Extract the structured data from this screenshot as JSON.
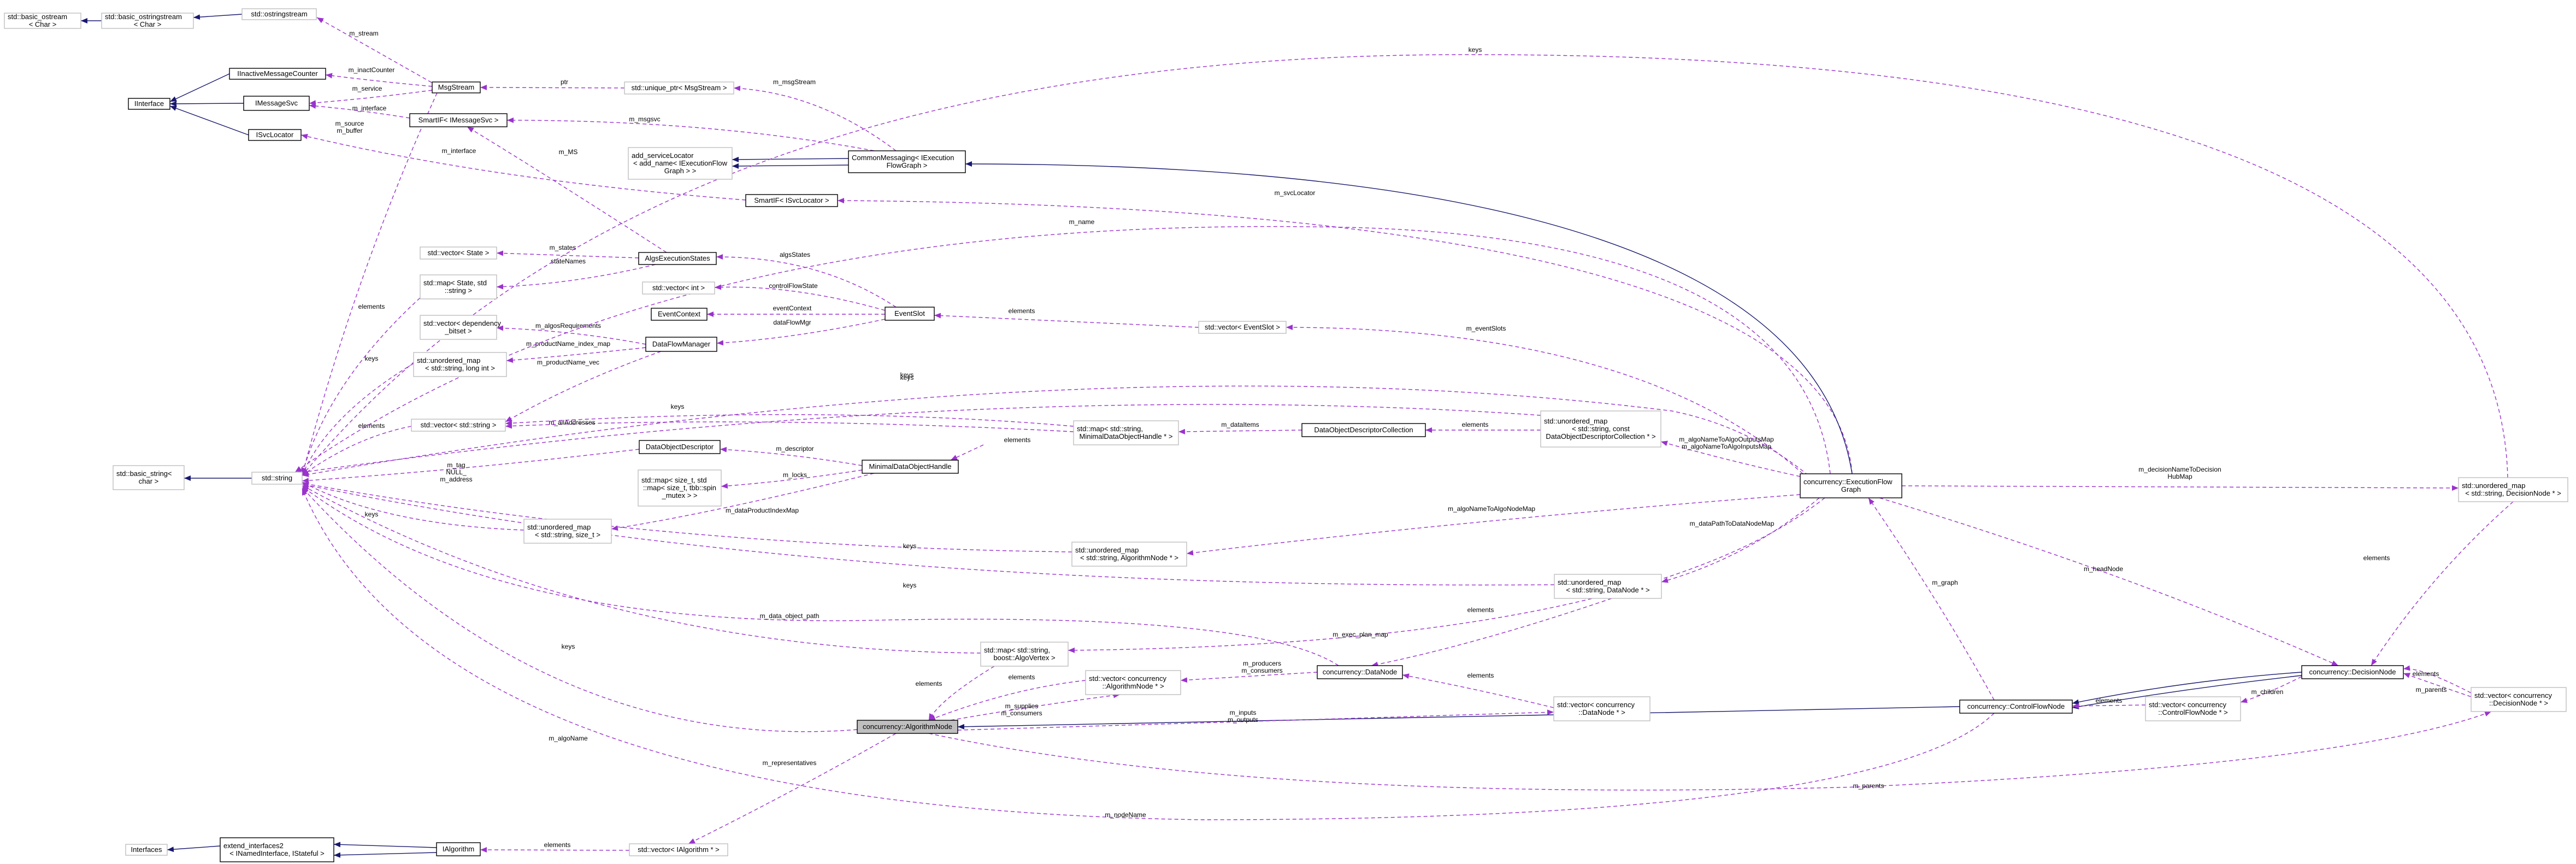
{
  "colors": {
    "inheritance": "#191970",
    "usage": "#9a32cd",
    "focus_fill": "#bfbfbf",
    "box_border": "#000000",
    "box_border_external": "#bfbfbf"
  },
  "nodes": [
    {
      "id": "basic_ostream",
      "lines": [
        "std::basic_ostream",
        "< Char >"
      ],
      "style": "gray"
    },
    {
      "id": "basic_osstream",
      "lines": [
        "std::basic_ostringstream",
        "< Char >"
      ],
      "style": "gray"
    },
    {
      "id": "ostringstream",
      "lines": [
        "std::ostringstream"
      ],
      "style": "gray"
    },
    {
      "id": "interface",
      "lines": [
        "IInterface"
      ],
      "style": "normal"
    },
    {
      "id": "inactive",
      "lines": [
        "IInactiveMessageCounter"
      ],
      "style": "normal"
    },
    {
      "id": "imessagesvc",
      "lines": [
        "IMessageSvc"
      ],
      "style": "normal"
    },
    {
      "id": "isvclocator",
      "lines": [
        "ISvcLocator"
      ],
      "style": "normal"
    },
    {
      "id": "msgstream",
      "lines": [
        "MsgStream"
      ],
      "style": "normal"
    },
    {
      "id": "smartif_msg",
      "lines": [
        "SmartIF< IMessageSvc >"
      ],
      "style": "normal"
    },
    {
      "id": "uniqueptr",
      "lines": [
        "std::unique_ptr< MsgStream >"
      ],
      "style": "gray"
    },
    {
      "id": "addsvc",
      "lines": [
        "add_serviceLocator",
        "< add_name< IExecutionFlow",
        "Graph > >"
      ],
      "style": "gray"
    },
    {
      "id": "commonmsg",
      "lines": [
        "CommonMessaging< IExecution",
        "FlowGraph >"
      ],
      "style": "normal"
    },
    {
      "id": "smartif_svc",
      "lines": [
        "SmartIF< ISvcLocator >"
      ],
      "style": "normal"
    },
    {
      "id": "vecstate",
      "lines": [
        "std::vector< State >"
      ],
      "style": "gray"
    },
    {
      "id": "algostates",
      "lines": [
        "AlgsExecutionStates"
      ],
      "style": "normal"
    },
    {
      "id": "mapstate",
      "lines": [
        "std::map< State, std",
        "::string >"
      ],
      "style": "gray"
    },
    {
      "id": "vecint",
      "lines": [
        "std::vector< int >"
      ],
      "style": "gray"
    },
    {
      "id": "eventcontext",
      "lines": [
        "EventContext"
      ],
      "style": "normal"
    },
    {
      "id": "eventslot",
      "lines": [
        "EventSlot"
      ],
      "style": "normal"
    },
    {
      "id": "vecevent",
      "lines": [
        "std::vector< EventSlot >"
      ],
      "style": "gray"
    },
    {
      "id": "vecdep",
      "lines": [
        "std::vector< dependency",
        "_bitset >"
      ],
      "style": "gray"
    },
    {
      "id": "dataflowmgr",
      "lines": [
        "DataFlowManager"
      ],
      "style": "normal"
    },
    {
      "id": "umapstrlong",
      "lines": [
        "std::unordered_map",
        "< std::string, long int >"
      ],
      "style": "gray"
    },
    {
      "id": "vecstring",
      "lines": [
        "std::vector< std::string >"
      ],
      "style": "gray"
    },
    {
      "id": "dataobjdesc",
      "lines": [
        "DataObjectDescriptor"
      ],
      "style": "normal"
    },
    {
      "id": "basicstring",
      "lines": [
        "std::basic_string<",
        "char >"
      ],
      "style": "gray"
    },
    {
      "id": "stdstring",
      "lines": [
        "std::string"
      ],
      "style": "gray"
    },
    {
      "id": "mapsize",
      "lines": [
        "std::map< size_t, std",
        "::map< size_t, tbb::spin",
        "_mutex > >"
      ],
      "style": "gray"
    },
    {
      "id": "umapsize",
      "lines": [
        "std::unordered_map",
        "< std::string, size_t >"
      ],
      "style": "gray"
    },
    {
      "id": "mapminimal",
      "lines": [
        "std::map< std::string,",
        " MinimalDataObjectHandle * >"
      ],
      "style": "gray"
    },
    {
      "id": "minimalhandle",
      "lines": [
        "MinimalDataObjectHandle"
      ],
      "style": "normal"
    },
    {
      "id": "dodcollection",
      "lines": [
        "DataObjectDescriptorCollection"
      ],
      "style": "normal"
    },
    {
      "id": "umapdod",
      "lines": [
        "std::unordered_map",
        "< std::string, const",
        " DataObjectDescriptorCollection * >"
      ],
      "style": "gray"
    },
    {
      "id": "execflowgraph",
      "lines": [
        "concurrency::ExecutionFlow",
        "Graph"
      ],
      "style": "normal"
    },
    {
      "id": "umapdecision",
      "lines": [
        "std::unordered_map",
        "< std::string, DecisionNode * >"
      ],
      "style": "gray"
    },
    {
      "id": "umapalgo",
      "lines": [
        "std::unordered_map",
        "< std::string, AlgorithmNode * >"
      ],
      "style": "gray"
    },
    {
      "id": "umapdatanode",
      "lines": [
        "std::unordered_map",
        "< std::string, DataNode * >"
      ],
      "style": "gray"
    },
    {
      "id": "mapbool",
      "lines": [
        "std::map< std::string,",
        " boost::AlgoVertex >"
      ],
      "style": "gray"
    },
    {
      "id": "vecalgonode",
      "lines": [
        "std::vector< concurrency",
        "::AlgorithmNode * >"
      ],
      "style": "gray"
    },
    {
      "id": "datanode",
      "lines": [
        "concurrency::DataNode"
      ],
      "style": "normal"
    },
    {
      "id": "vecdatanode",
      "lines": [
        "std::vector< concurrency",
        "::DataNode * >"
      ],
      "style": "gray"
    },
    {
      "id": "algonode",
      "lines": [
        "concurrency::AlgorithmNode"
      ],
      "style": "focus"
    },
    {
      "id": "controlflow",
      "lines": [
        "concurrency::ControlFlowNode"
      ],
      "style": "normal"
    },
    {
      "id": "veccontrol",
      "lines": [
        "std::vector< concurrency",
        "::ControlFlowNode * >"
      ],
      "style": "gray"
    },
    {
      "id": "decisionnode",
      "lines": [
        "concurrency::DecisionNode"
      ],
      "style": "normal"
    },
    {
      "id": "vecdecision",
      "lines": [
        "std::vector< concurrency",
        "::DecisionNode * >"
      ],
      "style": "gray"
    },
    {
      "id": "interfaces",
      "lines": [
        "Interfaces"
      ],
      "style": "gray"
    },
    {
      "id": "extend",
      "lines": [
        "extend_interfaces2",
        "< INamedInterface, IStateful >"
      ],
      "style": "normal"
    },
    {
      "id": "ialgorithm",
      "lines": [
        "IAlgorithm"
      ],
      "style": "normal"
    },
    {
      "id": "vecialgo",
      "lines": [
        "std::vector< IAlgorithm * >"
      ],
      "style": "gray"
    }
  ],
  "edges": [
    {
      "id": "e1",
      "kind": "inherit",
      "lines": []
    },
    {
      "id": "e2",
      "kind": "inherit",
      "lines": []
    },
    {
      "id": "e3",
      "kind": "inherit",
      "lines": []
    },
    {
      "id": "e4",
      "kind": "inherit",
      "lines": []
    },
    {
      "id": "e5",
      "kind": "inherit",
      "lines": []
    },
    {
      "id": "e6",
      "kind": "usage",
      "lines": [
        "m_stream"
      ]
    },
    {
      "id": "e7",
      "kind": "usage",
      "lines": [
        "m_inactCounter"
      ]
    },
    {
      "id": "e8",
      "kind": "usage",
      "lines": [
        "m_service"
      ]
    },
    {
      "id": "e9",
      "kind": "usage",
      "lines": [
        "m_source",
        "m_buffer"
      ]
    },
    {
      "id": "e10",
      "kind": "usage",
      "lines": [
        "ptr"
      ]
    },
    {
      "id": "e11",
      "kind": "usage",
      "lines": [
        "m_interface"
      ]
    },
    {
      "id": "e12",
      "kind": "usage",
      "lines": [
        "m_msgStream"
      ]
    },
    {
      "id": "e13",
      "kind": "usage",
      "lines": [
        "m_msgsvc"
      ]
    },
    {
      "id": "e14",
      "kind": "inherit",
      "lines": []
    },
    {
      "id": "e15",
      "kind": "inherit",
      "lines": []
    },
    {
      "id": "e16",
      "kind": "usage",
      "lines": [
        "m_interface"
      ]
    },
    {
      "id": "e17",
      "kind": "usage",
      "lines": [
        "m_svcLocator"
      ]
    },
    {
      "id": "e18",
      "kind": "inherit",
      "lines": []
    },
    {
      "id": "e19",
      "kind": "usage",
      "lines": [
        "m_MS"
      ]
    },
    {
      "id": "e20",
      "kind": "usage",
      "lines": [
        "m_states"
      ]
    },
    {
      "id": "e21",
      "kind": "usage",
      "lines": [
        "stateNames"
      ]
    },
    {
      "id": "e22",
      "kind": "usage",
      "lines": [
        "algsStates"
      ]
    },
    {
      "id": "e23",
      "kind": "usage",
      "lines": [
        "controlFlowState"
      ]
    },
    {
      "id": "e24",
      "kind": "usage",
      "lines": [
        "eventContext"
      ]
    },
    {
      "id": "e25",
      "kind": "usage",
      "lines": [
        "dataFlowMgr"
      ]
    },
    {
      "id": "e26",
      "kind": "usage",
      "lines": [
        "elements"
      ]
    },
    {
      "id": "e27",
      "kind": "usage",
      "lines": [
        "m_eventSlots"
      ]
    },
    {
      "id": "e28",
      "kind": "usage",
      "lines": [
        "m_algosRequirements"
      ]
    },
    {
      "id": "e29",
      "kind": "usage",
      "lines": [
        "m_productName_index_map"
      ]
    },
    {
      "id": "e30",
      "kind": "usage",
      "lines": [
        "m_productName_vec"
      ]
    },
    {
      "id": "e31",
      "kind": "usage",
      "lines": [
        "keys"
      ]
    },
    {
      "id": "e32",
      "kind": "usage",
      "lines": [
        "elements"
      ]
    },
    {
      "id": "e33",
      "kind": "usage",
      "lines": [
        "elements"
      ]
    },
    {
      "id": "e34",
      "kind": "usage",
      "lines": [
        "m_name"
      ]
    },
    {
      "id": "e35",
      "kind": "usage",
      "lines": [
        "keys"
      ]
    },
    {
      "id": "e36",
      "kind": "usage",
      "lines": [
        "m_allAddresses"
      ]
    },
    {
      "id": "e37",
      "kind": "usage",
      "lines": [
        "keys"
      ]
    },
    {
      "id": "e38",
      "kind": "inherit",
      "lines": []
    },
    {
      "id": "e39",
      "kind": "usage",
      "lines": [
        "m_tag",
        "NULL_",
        "m_address"
      ]
    },
    {
      "id": "e40",
      "kind": "usage",
      "lines": [
        "m_descriptor"
      ]
    },
    {
      "id": "e41",
      "kind": "usage",
      "lines": [
        "m_locks"
      ]
    },
    {
      "id": "e42",
      "kind": "usage",
      "lines": [
        "m_dataProductIndexMap"
      ]
    },
    {
      "id": "e43",
      "kind": "usage",
      "lines": [
        "keys"
      ]
    },
    {
      "id": "e44",
      "kind": "usage",
      "lines": [
        "elements"
      ]
    },
    {
      "id": "e45",
      "kind": "usage",
      "lines": [
        "m_dataItems"
      ]
    },
    {
      "id": "e46",
      "kind": "usage",
      "lines": [
        "elements"
      ]
    },
    {
      "id": "e47",
      "kind": "usage",
      "lines": [
        "m_algoNameToAlgoOutputsMap",
        "m_algoNameToAlgoInputsMap"
      ]
    },
    {
      "id": "e48",
      "kind": "usage",
      "lines": [
        "keys"
      ]
    },
    {
      "id": "e49",
      "kind": "inherit",
      "lines": []
    },
    {
      "id": "e50",
      "kind": "usage",
      "lines": [
        "m_decisionNameToDecision",
        "HubMap"
      ]
    },
    {
      "id": "e51",
      "kind": "usage",
      "lines": [
        "m_algoNameToAlgoNodeMap"
      ]
    },
    {
      "id": "e52",
      "kind": "usage",
      "lines": [
        "keys"
      ]
    },
    {
      "id": "e53",
      "kind": "usage",
      "lines": [
        "m_dataPathToDataNodeMap"
      ]
    },
    {
      "id": "e54",
      "kind": "usage",
      "lines": [
        "keys"
      ]
    },
    {
      "id": "e55",
      "kind": "usage",
      "lines": [
        "m_exec_plan_map"
      ]
    },
    {
      "id": "e56",
      "kind": "usage",
      "lines": [
        "keys"
      ]
    },
    {
      "id": "e57",
      "kind": "usage",
      "lines": [
        "m_data_object_path"
      ]
    },
    {
      "id": "e58",
      "kind": "usage",
      "lines": [
        "elements"
      ]
    },
    {
      "id": "e59",
      "kind": "usage",
      "lines": [
        "elements"
      ]
    },
    {
      "id": "e60",
      "kind": "usage",
      "lines": [
        "m_producers",
        "m_consumers"
      ]
    },
    {
      "id": "e61",
      "kind": "usage",
      "lines": [
        "elements"
      ]
    },
    {
      "id": "e62",
      "kind": "usage",
      "lines": [
        "elements"
      ]
    },
    {
      "id": "e63",
      "kind": "usage",
      "lines": [
        "m_supplies",
        "m_consumers"
      ]
    },
    {
      "id": "e64",
      "kind": "usage",
      "lines": [
        "m_inputs",
        "m_outputs"
      ]
    },
    {
      "id": "e65",
      "kind": "usage",
      "lines": [
        "m_algoName"
      ]
    },
    {
      "id": "e66",
      "kind": "usage",
      "lines": [
        "m_headNode"
      ]
    },
    {
      "id": "e67",
      "kind": "usage",
      "lines": [
        "m_graph"
      ]
    },
    {
      "id": "e68",
      "kind": "inherit",
      "lines": []
    },
    {
      "id": "e69",
      "kind": "inherit",
      "lines": []
    },
    {
      "id": "e70",
      "kind": "usage",
      "lines": [
        "m_children"
      ]
    },
    {
      "id": "e71",
      "kind": "usage",
      "lines": [
        "elements"
      ]
    },
    {
      "id": "e72",
      "kind": "usage",
      "lines": [
        "elements"
      ]
    },
    {
      "id": "e73",
      "kind": "usage",
      "lines": [
        "m_parents"
      ]
    },
    {
      "id": "e74",
      "kind": "usage",
      "lines": [
        "m_parents"
      ]
    },
    {
      "id": "e75",
      "kind": "usage",
      "lines": [
        "m_nodeName"
      ]
    },
    {
      "id": "e76",
      "kind": "usage",
      "lines": [
        "m_representatives"
      ]
    },
    {
      "id": "e77",
      "kind": "usage",
      "lines": [
        "elements"
      ]
    },
    {
      "id": "e78",
      "kind": "inherit",
      "lines": []
    },
    {
      "id": "e79",
      "kind": "inherit",
      "lines": []
    },
    {
      "id": "e80",
      "kind": "inherit",
      "lines": []
    },
    {
      "id": "e81",
      "kind": "usage",
      "lines": [
        "keys"
      ]
    },
    {
      "id": "e82",
      "kind": "usage",
      "lines": [
        "elements"
      ]
    }
  ]
}
